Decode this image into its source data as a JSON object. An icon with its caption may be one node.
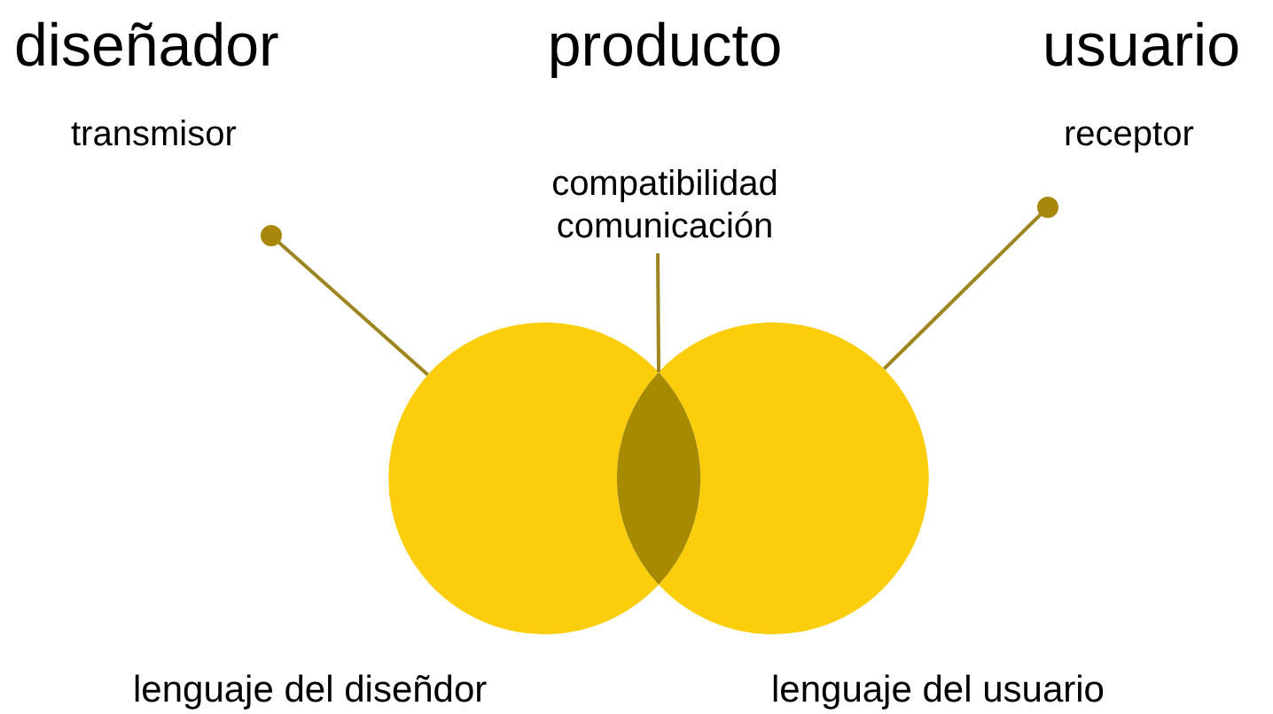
{
  "diagram": {
    "nodes": [
      {
        "text": [],
        "shape": "circle",
        "beside": [
          "lenguaje del diseñdor"
        ]
      },
      {
        "text": [],
        "shape": "circle",
        "beside": [
          "lenguaje del usuario"
        ]
      },
      {
        "text": [],
        "shape": "lens"
      },
      {
        "text": [
          "diseñador",
          "transmisor"
        ]
      },
      {
        "text": [
          "producto",
          "compatibilidad comunicación"
        ]
      },
      {
        "text": [
          "usuario",
          "receptor"
        ]
      }
    ],
    "edges": [
      {
        "from": 3,
        "to": 0,
        "arrow": "other"
      },
      {
        "from": 4,
        "to": 2,
        "arrow": "none"
      },
      {
        "from": 5,
        "to": 1,
        "arrow": "other"
      }
    ]
  }
}
